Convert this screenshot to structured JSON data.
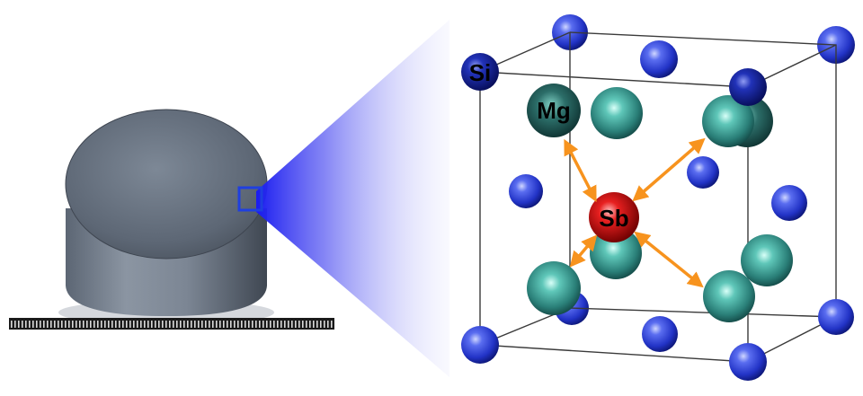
{
  "labels": {
    "si": "Si",
    "mg": "Mg",
    "sb": "Sb"
  },
  "colors": {
    "si_atom": "#2b3bd6",
    "si_atom_light": "#4a63e6",
    "mg_atom": "#2f8f86",
    "sb_atom": "#d41010",
    "bond_arrow": "#f7931e",
    "cell_edge": "#3a3a3a",
    "zoom_cone": "#2a2cf0",
    "zoom_box": "#1f3fe0",
    "pellet": "#6e7a88"
  }
}
